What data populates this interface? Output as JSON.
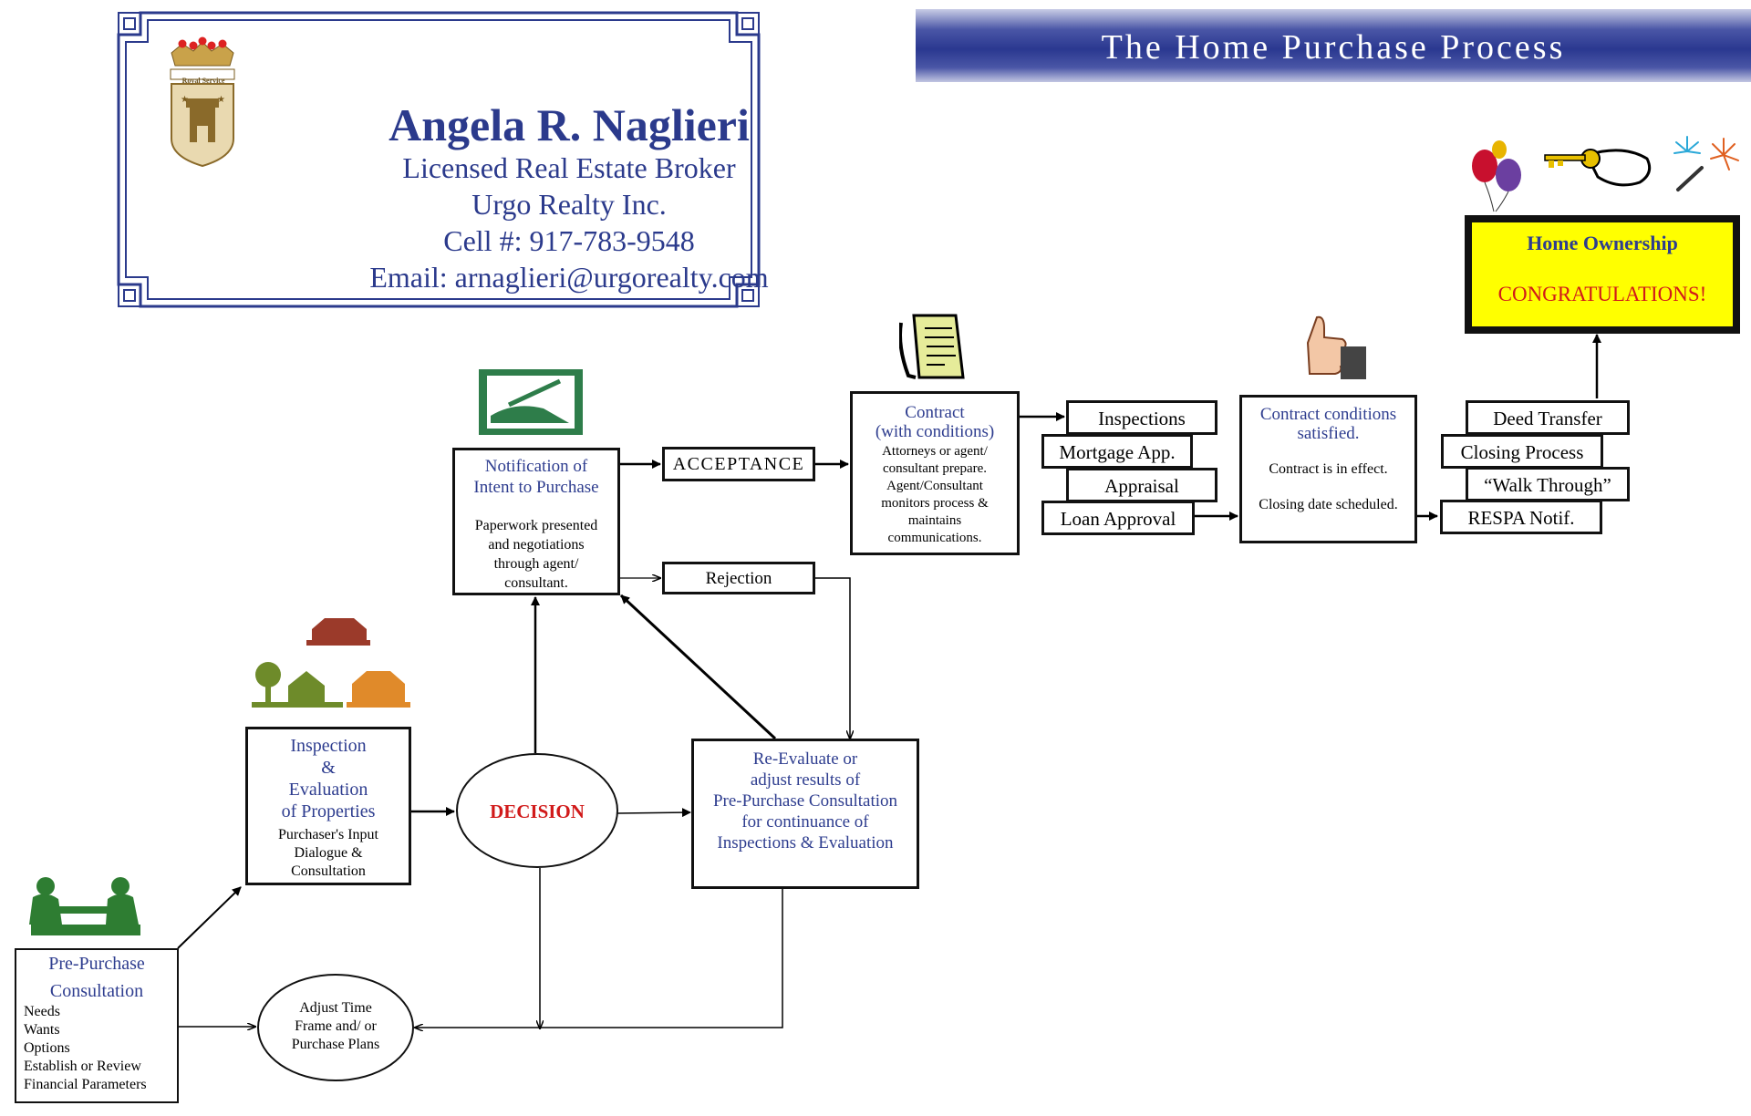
{
  "card": {
    "crest_caption": "Royal Service",
    "name": "Angela R. Naglieri",
    "lines": [
      "Licensed Real Estate Broker",
      "Urgo Realty Inc.",
      "Cell #: 917-783-9548",
      "Email: arnaglieri@urgorealty.com"
    ]
  },
  "banner": {
    "title": "The Home Purchase Process"
  },
  "nodes": {
    "pre_purchase": {
      "title_1": "Pre-Purchase",
      "title_2": "Consultation",
      "items": [
        "Needs",
        "Wants",
        "Options",
        "Establish or Review",
        "Financial Parameters"
      ]
    },
    "inspection": {
      "title_lines": [
        "Inspection",
        "&",
        "Evaluation",
        "of Properties"
      ],
      "body_lines": [
        "Purchaser's Input",
        "Dialogue &",
        "Consultation"
      ]
    },
    "decision": {
      "label": "DECISION"
    },
    "adjust": {
      "lines": [
        "Adjust Time",
        "Frame and/ or",
        "Purchase Plans"
      ]
    },
    "reevaluate": {
      "lines": [
        "Re-Evaluate or",
        "adjust results of",
        "Pre-Purchase Consultation",
        "for continuance of",
        "Inspections & Evaluation"
      ]
    },
    "notification": {
      "title_lines": [
        "Notification of",
        "Intent to Purchase"
      ],
      "body_lines": [
        "Paperwork presented",
        "and negotiations",
        "through agent/",
        "consultant."
      ]
    },
    "acceptance": {
      "label": "ACCEPTANCE"
    },
    "rejection": {
      "label": "Rejection"
    },
    "contract": {
      "title_lines": [
        "Contract",
        "(with conditions)"
      ],
      "body_lines": [
        "Attorneys or agent/",
        "consultant prepare.",
        "Agent/Consultant",
        "monitors process &",
        "maintains",
        "communications."
      ]
    },
    "steps_1": [
      "Inspections",
      "Mortgage App.",
      "Appraisal",
      "Loan Approval"
    ],
    "conditions": {
      "title_lines": [
        "Contract conditions",
        "satisfied."
      ],
      "body_1": "Contract is in effect.",
      "body_2": "Closing date scheduled."
    },
    "steps_2": [
      "Deed Transfer",
      "Closing Process",
      "“Walk Through”",
      "RESPA Notif."
    ],
    "ownership": {
      "title": "Home Ownership",
      "congrats": "CONGRATULATIONS!"
    }
  },
  "colors": {
    "blue_text": "#2e3d8f",
    "red_text": "#d11a1a",
    "banner": "#2a3890",
    "yellow": "#ffff00",
    "green_clip": "#2e7d32"
  },
  "icons": [
    "crest-icon",
    "meeting-clipart-icon",
    "houses-clipart-icon",
    "signing-clipart-icon",
    "document-clipart-icon",
    "thumbs-up-icon",
    "balloons-icon",
    "key-hand-icon",
    "fireworks-icon"
  ]
}
